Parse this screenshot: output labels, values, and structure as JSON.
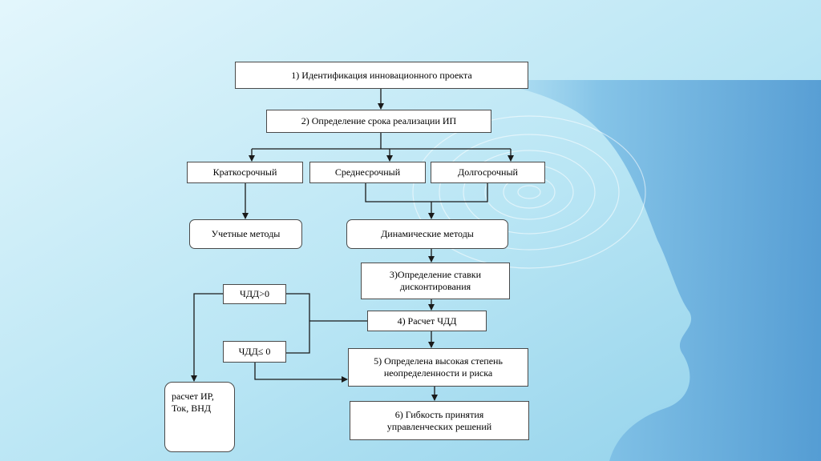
{
  "flowchart": {
    "step1": "1) Идентификация инновационного проекта",
    "step2": "2) Определение срока реализации ИП",
    "short_term": "Краткосрочный",
    "medium_term": "Среднесрочный",
    "long_term": "Долгосрочный",
    "accounting_methods": "Учетные  методы",
    "dynamic_methods": "Динамические методы",
    "step3": "3)Определение ставки\nдисконтирования",
    "npv_positive": "ЧДД>0",
    "step4": "4) Расчет ЧДД",
    "npv_nonpositive": "ЧДД≤ 0",
    "step5": "5) Определена высокая степень\nнеопределенности и риска",
    "step6": "6) Гибкость принятия\nуправленческих решений",
    "calc_result": "расчет ИР,\nТок, ВНД"
  },
  "colors": {
    "bg_light": "#d6f1fa",
    "bg_mid": "#a6dcef",
    "head_silhouette": "#5aa6d8",
    "connector": "#1a1a1a",
    "box_fill": "#ffffff"
  }
}
